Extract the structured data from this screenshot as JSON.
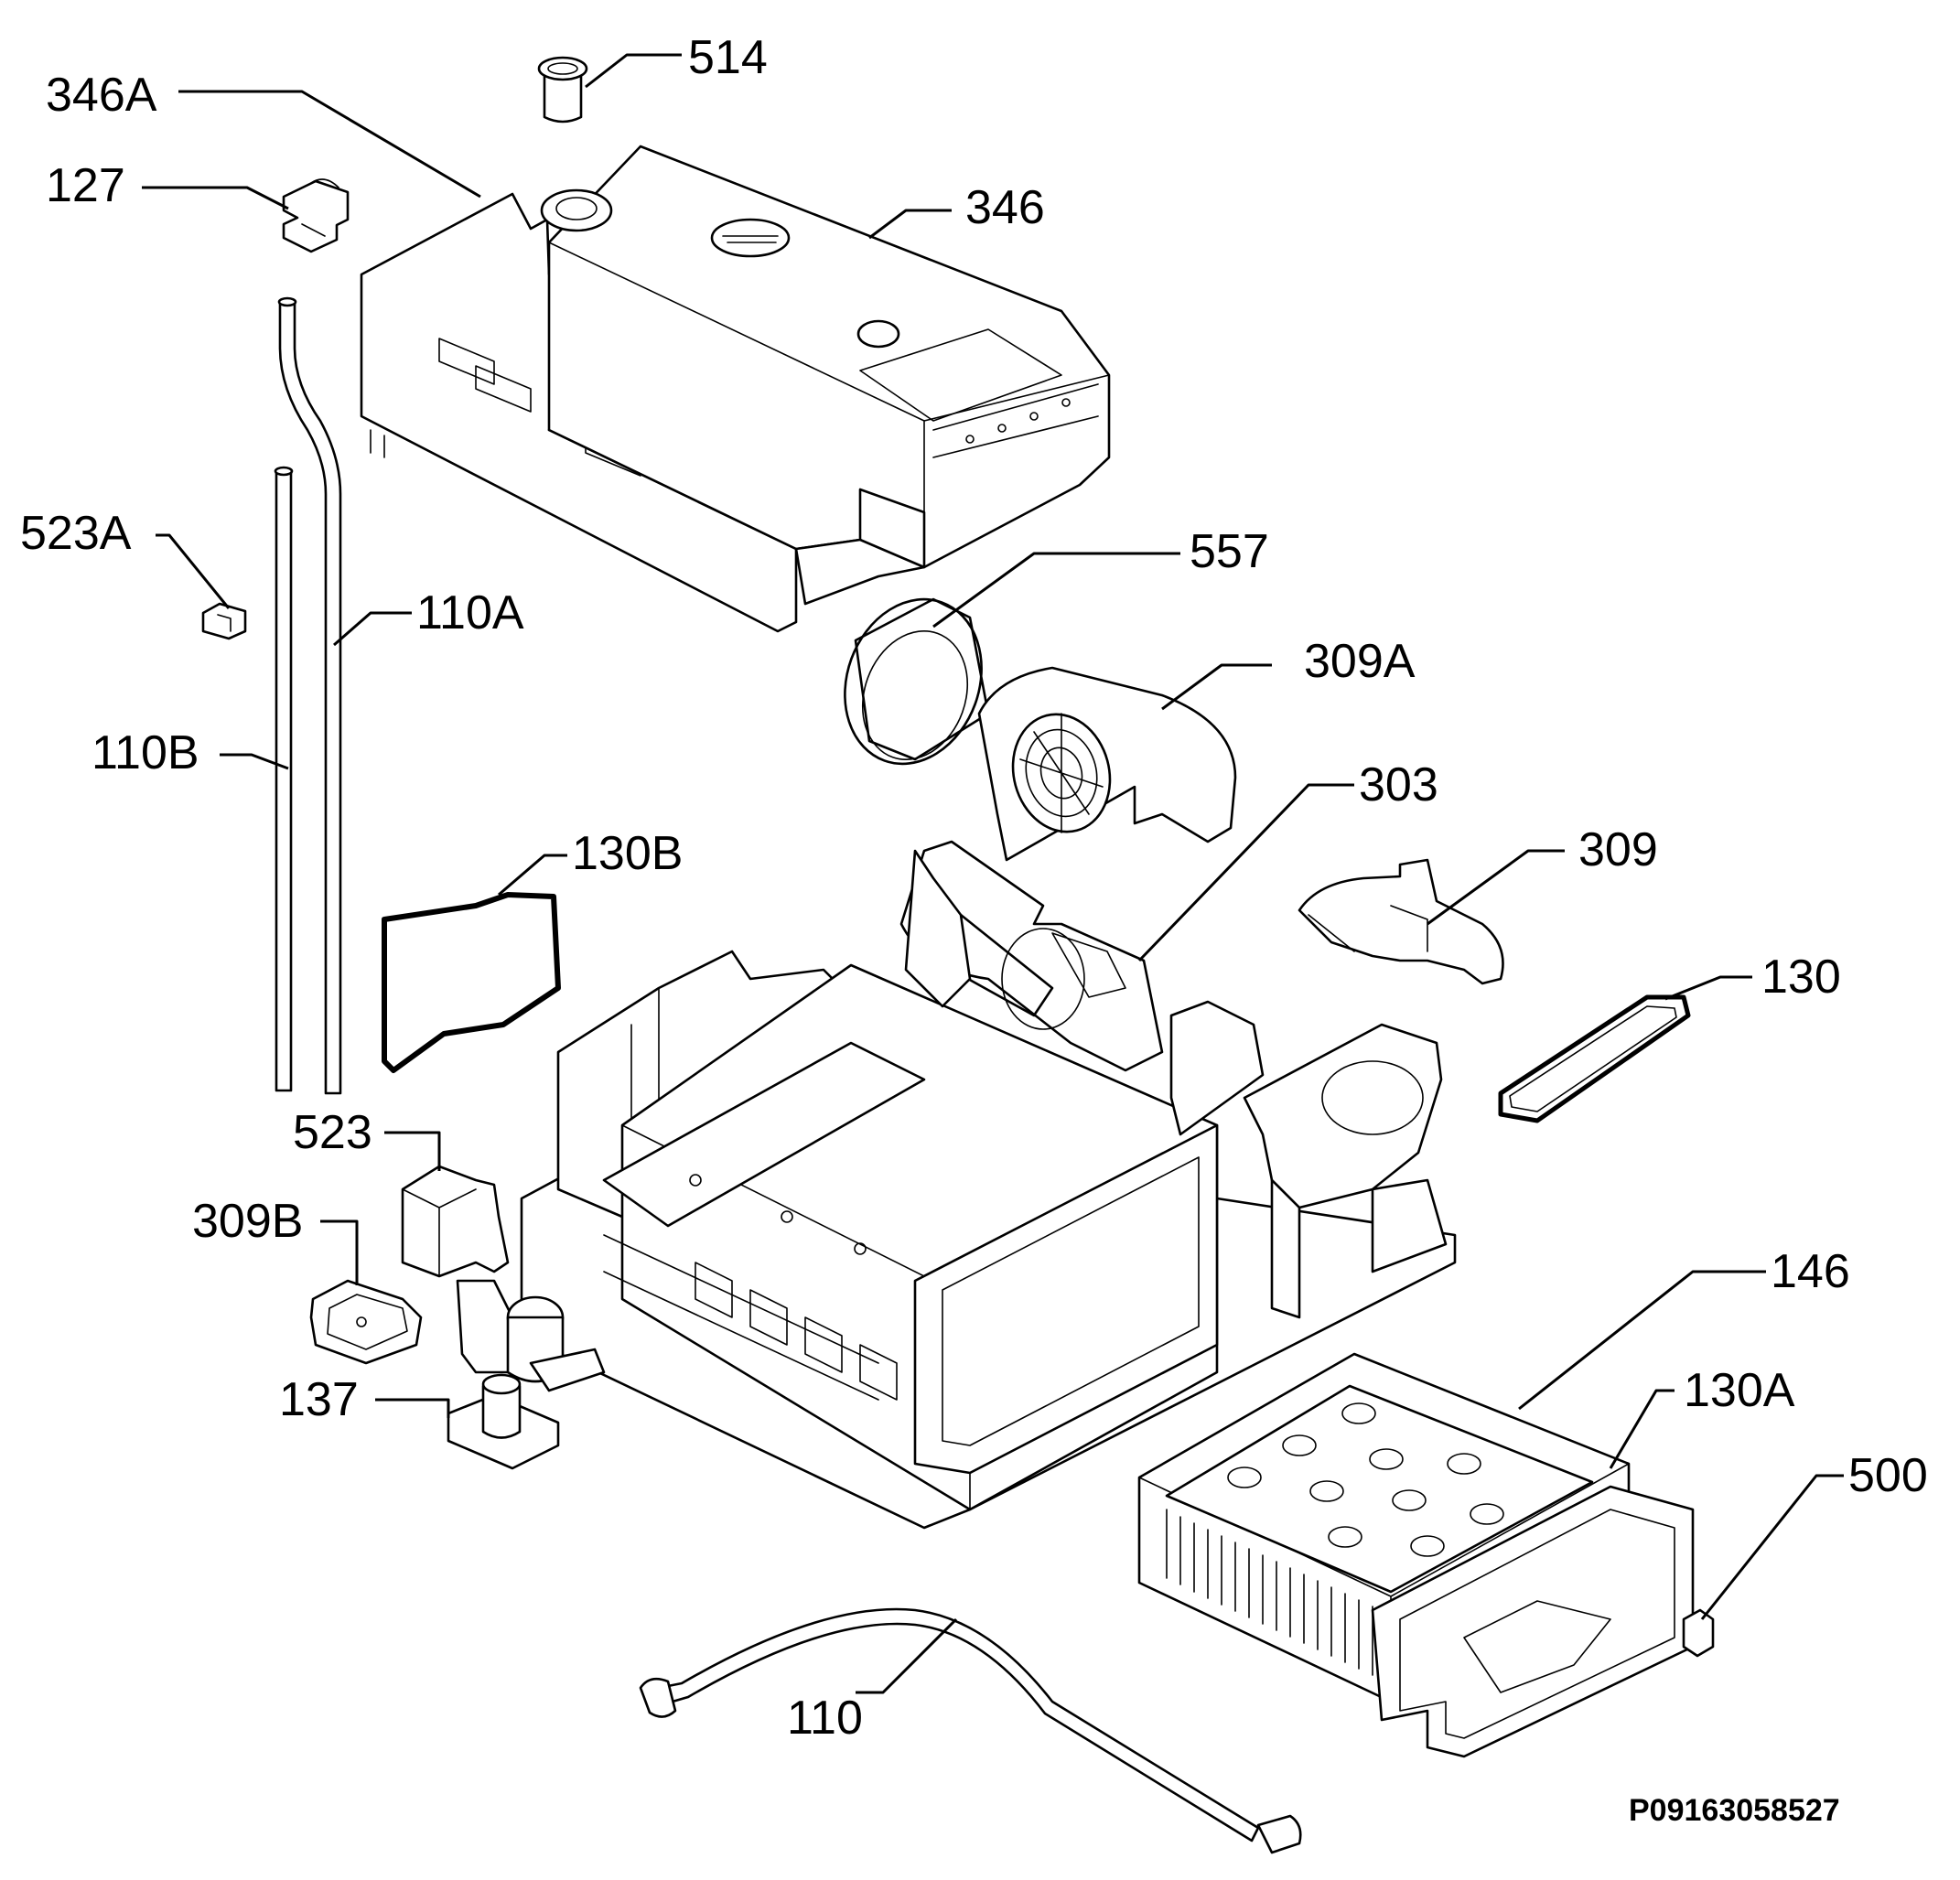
{
  "labels": {
    "l346A": "346A",
    "l514": "514",
    "l127": "127",
    "l346": "346",
    "l523A": "523A",
    "l110A": "110A",
    "l110B": "110B",
    "l557": "557",
    "l309A": "309A",
    "l303": "303",
    "l130B": "130B",
    "l309": "309",
    "l130": "130",
    "l523": "523",
    "l309B": "309B",
    "l146": "146",
    "l137": "137",
    "l130A": "130A",
    "l500": "500",
    "l110": "110"
  },
  "drawing_code": "P09163058527"
}
